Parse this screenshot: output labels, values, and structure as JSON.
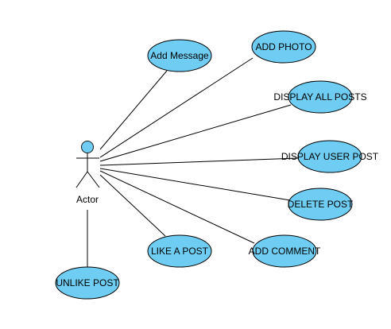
{
  "diagram": {
    "actor": {
      "label": "Actor",
      "head_fill": "#6fcdf3"
    },
    "use_cases": [
      {
        "id": "add-message",
        "label": "Add Message"
      },
      {
        "id": "add-photo",
        "label": "ADD PHOTO"
      },
      {
        "id": "display-all-posts",
        "label": "DISPLAY ALL POSTS"
      },
      {
        "id": "display-user-post",
        "label": "DISPLAY USER POST"
      },
      {
        "id": "delete-post",
        "label": "DELETE POST"
      },
      {
        "id": "add-comment",
        "label": "ADD COMMENT"
      },
      {
        "id": "like-a-post",
        "label": "LIKE A POST"
      },
      {
        "id": "unlike-post",
        "label": "UNLIKE POST"
      }
    ],
    "colors": {
      "usecase_fill": "#6fcdf3",
      "stroke": "#000000"
    }
  }
}
